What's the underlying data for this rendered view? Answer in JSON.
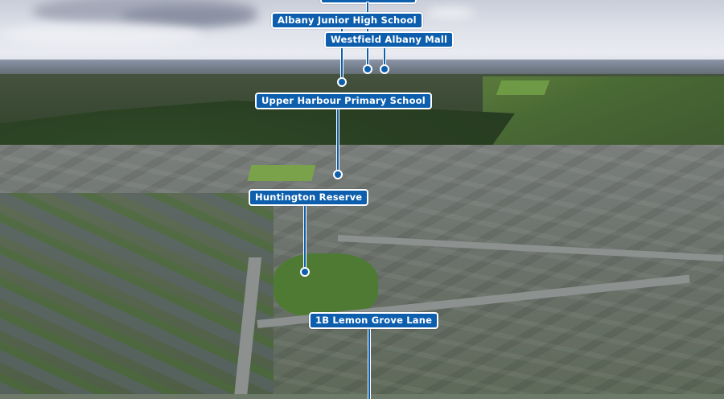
{
  "image": {
    "type": "aerial-real-estate-photo",
    "accent_color": "#0d5fae",
    "label_text_color": "#ffffff"
  },
  "labels": [
    {
      "id": "top-cutoff",
      "text": "",
      "note": "partially cut off at top edge"
    },
    {
      "id": "albany-junior-high",
      "text": "Albany Junior High School"
    },
    {
      "id": "westfield-albany",
      "text": "Westfield Albany Mall"
    },
    {
      "id": "upper-harbour-primary",
      "text": "Upper Harbour Primary School"
    },
    {
      "id": "huntington-reserve",
      "text": "Huntington Reserve"
    },
    {
      "id": "property",
      "text": "1B Lemon Grove Lane"
    }
  ]
}
